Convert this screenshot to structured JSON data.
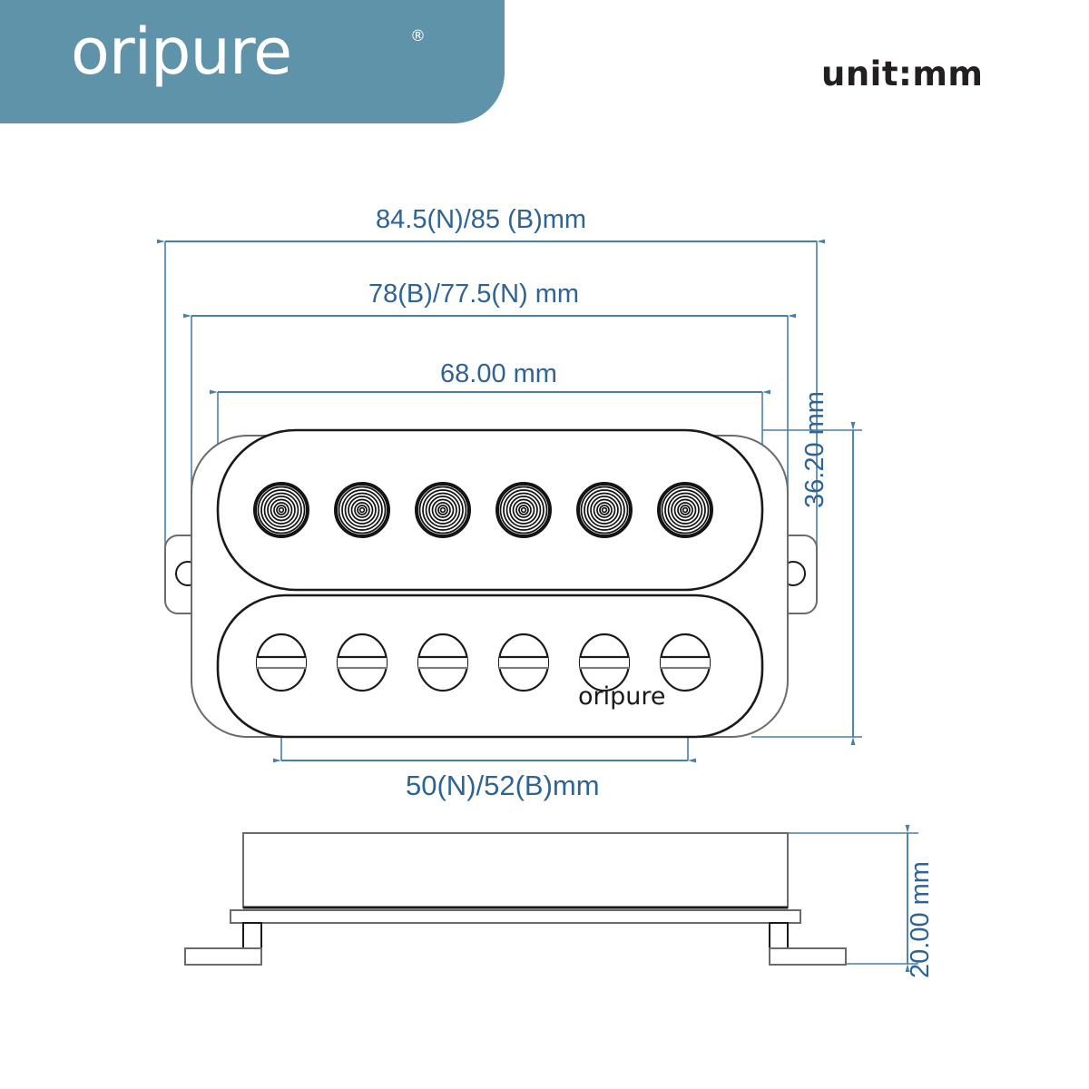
{
  "brand": {
    "wordmark": "oripure",
    "registered_mark": "®",
    "banner_color": "#5e93a9"
  },
  "header": {
    "unit_label": "unit:mm"
  },
  "colors": {
    "dimension_line": "#4a7fa5",
    "dimension_text": "#2e6395",
    "outline": "#1a1a1a",
    "outline_light": "#6b6b6b",
    "banner": "#5e93a9"
  },
  "product": {
    "body_wordmark": "oripure",
    "type": "humbucker-pickup-technical-drawing",
    "pole_piece_count": 6
  },
  "chart_data": {
    "type": "table",
    "title": "oripure humbucker pickup dimensions",
    "unit": "mm",
    "rows": [
      {
        "name": "overall_width",
        "label": "84.5(N)/85 (B)mm",
        "values": {
          "N": 84.5,
          "B": 85
        },
        "orientation": "horizontal"
      },
      {
        "name": "baseplate_width",
        "label": "78(B)/77.5(N) mm",
        "values": {
          "B": 78,
          "N": 77.5
        },
        "orientation": "horizontal"
      },
      {
        "name": "cover_width",
        "label": "68.00 mm",
        "values": {
          "value": 68.0
        },
        "orientation": "horizontal"
      },
      {
        "name": "pole_spacing",
        "label": "50(N)/52(B)mm",
        "values": {
          "N": 50,
          "B": 52
        },
        "orientation": "horizontal"
      },
      {
        "name": "cover_depth",
        "label": "36.20 mm",
        "values": {
          "value": 36.2
        },
        "orientation": "vertical"
      },
      {
        "name": "overall_height",
        "label": "20.00 mm",
        "values": {
          "value": 20.0
        },
        "orientation": "vertical"
      }
    ]
  },
  "dimensions": {
    "overall_width": "84.5(N)/85 (B)mm",
    "baseplate_width": "78(B)/77.5(N) mm",
    "cover_width": "68.00 mm",
    "pole_spacing": "50(N)/52(B)mm",
    "cover_depth": "36.20 mm",
    "overall_height": "20.00 mm"
  }
}
